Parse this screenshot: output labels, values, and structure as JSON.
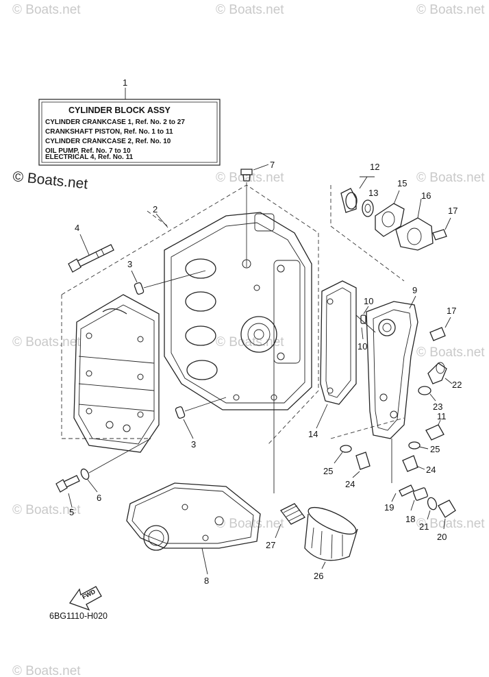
{
  "watermarks": [
    "© Boats.net",
    "© Boats.net",
    "© Boats.net",
    "© Boats.net",
    "© Boats.net",
    "© Boats.net",
    "© Boats.net",
    "© Boats.net",
    "© Boats.net",
    "© Boats.net",
    "© Boats.net",
    "© Boats.net"
  ],
  "main_watermark": "© Boats.net",
  "info_box": {
    "title": "CYLINDER BLOCK ASSY",
    "lines": [
      "CYLINDER CRANKCASE 1,  Ref. No. 2 to 27",
      "CRANKSHAFT PISTON,  Ref. No. 1 to 11",
      "CYLINDER CRANKCASE 2,  Ref. No. 10",
      "OIL PUMP,  Ref. No. 7 to 10",
      "ELECTRICAL 4,  Ref. No. 11"
    ]
  },
  "refs": [
    "1",
    "2",
    "3",
    "3",
    "4",
    "5",
    "6",
    "7",
    "8",
    "9",
    "10",
    "10",
    "11",
    "12",
    "13",
    "14",
    "15",
    "16",
    "17",
    "17",
    "18",
    "19",
    "20",
    "21",
    "22",
    "23",
    "24",
    "24",
    "25",
    "25",
    "26",
    "27"
  ],
  "fwd_label": "FWD",
  "diagram_code": "6BG1110-H020"
}
